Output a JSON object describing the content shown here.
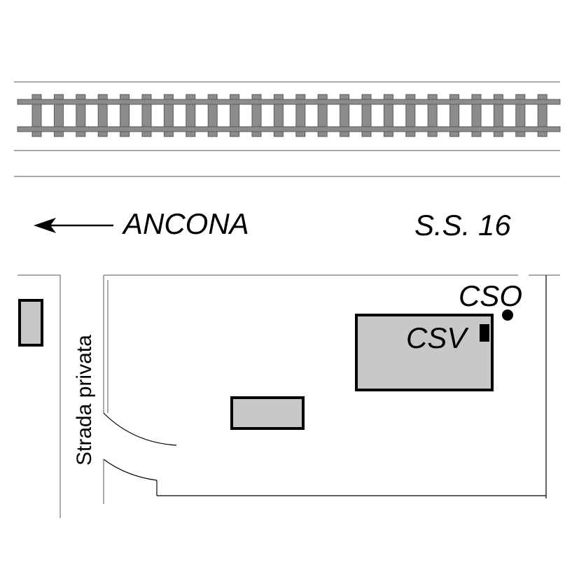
{
  "labels": {
    "direction": "ANCONA",
    "road": "S.S. 16",
    "private_road": "Strada privata",
    "cso": "CSO",
    "csv": "CSV"
  },
  "colors": {
    "rail": "#8c8c8c",
    "rail_dark": "#6e6e6e",
    "building_fill": "#c8c8c8",
    "line": "#000000",
    "thin_line": "#555555"
  }
}
